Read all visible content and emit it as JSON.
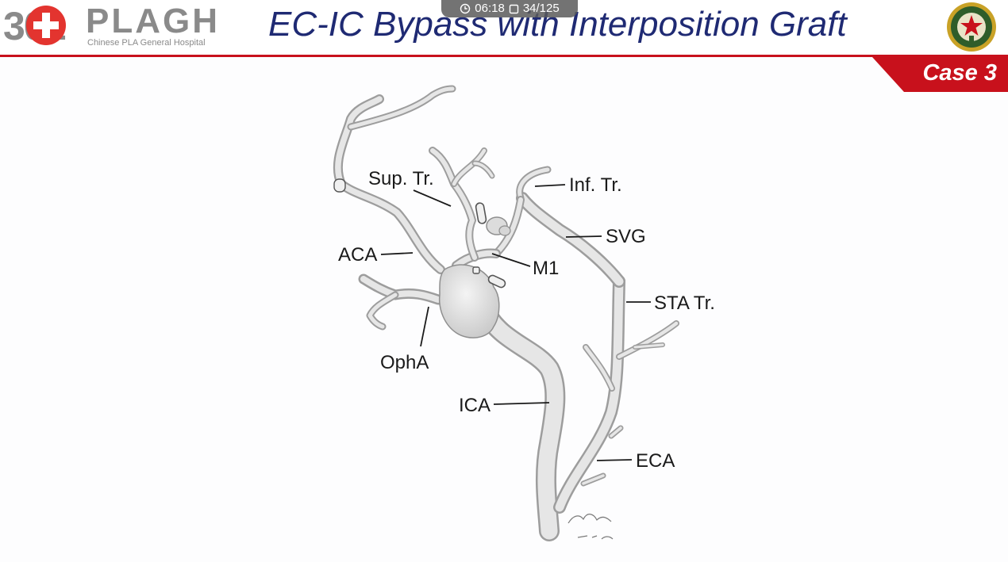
{
  "video_counter": {
    "time": "06:18",
    "slide_position": "34/125",
    "time_icon": "clock-icon",
    "slide_icon": "slide-icon"
  },
  "header": {
    "logo": {
      "number": "301",
      "brand": "PLAGH",
      "subtitle": "Chinese PLA General Hospital"
    },
    "title": "EC-IC Bypass with Interposition Graft",
    "emblem": "army-emblem-icon",
    "accent_color": "#c8111c",
    "title_color": "#1f2a73"
  },
  "case_badge": {
    "label": "Case 3"
  },
  "diagram": {
    "labels": {
      "sup_tr": "Sup. Tr.",
      "inf_tr": "Inf. Tr.",
      "svg": "SVG",
      "aca": "ACA",
      "m1": "M1",
      "sta_tr": "STA Tr.",
      "opha": "OphA",
      "ica": "ICA",
      "eca": "ECA"
    }
  }
}
